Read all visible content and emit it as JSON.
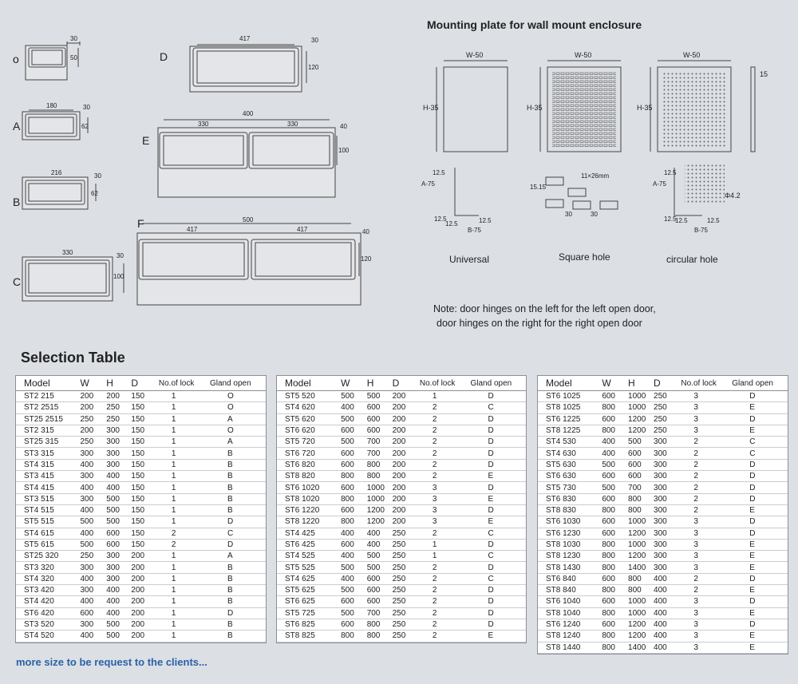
{
  "mounting_title": "Mounting plate for wall mount enclosure",
  "plate_labels": [
    "Universal",
    "Square hole",
    "circular hole"
  ],
  "note_line1": "Note: door hinges on the left for the left open  door,",
  "note_line2": "door hinges on the right for the right open door",
  "selection_title": "Selection Table",
  "more_text": "more size  to be request to the clients...",
  "gland_labels": {
    "o": "o",
    "A": "A",
    "B": "B",
    "C": "C",
    "D": "D",
    "E": "E",
    "F": "F"
  },
  "gland_dims": {
    "o": [
      "30",
      "50"
    ],
    "A": [
      "180",
      "30",
      "62"
    ],
    "B": [
      "216",
      "30",
      "62"
    ],
    "C": [
      "330",
      "30",
      "100"
    ],
    "D": [
      "417",
      "30",
      "120"
    ],
    "E": [
      "400",
      "330",
      "330",
      "40",
      "100"
    ],
    "F": [
      "500",
      "417",
      "417",
      "40",
      "120"
    ]
  },
  "plate_dims": {
    "w": "W-50",
    "h": "H-35",
    "side": "15",
    "a75": "A-75",
    "b75": "B-75",
    "d125": "12.5",
    "s1515": "15.15",
    "hole": "11×26mm",
    "s30": "30",
    "phi": "Φ4.2"
  },
  "columns": [
    "Model",
    "W",
    "H",
    "D",
    "No.of lock",
    "Gland open"
  ],
  "tables": [
    [
      [
        "ST2 215",
        "200",
        "200",
        "150",
        "1",
        "O"
      ],
      [
        "ST2 2515",
        "200",
        "250",
        "150",
        "1",
        "O"
      ],
      [
        "ST25 2515",
        "250",
        "250",
        "150",
        "1",
        "A"
      ],
      [
        "ST2 315",
        "200",
        "300",
        "150",
        "1",
        "O"
      ],
      [
        "ST25 315",
        "250",
        "300",
        "150",
        "1",
        "A"
      ],
      [
        "ST3 315",
        "300",
        "300",
        "150",
        "1",
        "B"
      ],
      [
        "ST4 315",
        "400",
        "300",
        "150",
        "1",
        "B"
      ],
      [
        "ST3 415",
        "300",
        "400",
        "150",
        "1",
        "B"
      ],
      [
        "ST4 415",
        "400",
        "400",
        "150",
        "1",
        "B"
      ],
      [
        "ST3 515",
        "300",
        "500",
        "150",
        "1",
        "B"
      ],
      [
        "ST4 515",
        "400",
        "500",
        "150",
        "1",
        "B"
      ],
      [
        "ST5 515",
        "500",
        "500",
        "150",
        "1",
        "D"
      ],
      [
        "ST4 615",
        "400",
        "600",
        "150",
        "2",
        "C"
      ],
      [
        "ST5 615",
        "500",
        "600",
        "150",
        "2",
        "D"
      ],
      [
        "ST25 320",
        "250",
        "300",
        "200",
        "1",
        "A"
      ],
      [
        "ST3 320",
        "300",
        "300",
        "200",
        "1",
        "B"
      ],
      [
        "ST4 320",
        "400",
        "300",
        "200",
        "1",
        "B"
      ],
      [
        "ST3 420",
        "300",
        "400",
        "200",
        "1",
        "B"
      ],
      [
        "ST4 420",
        "400",
        "400",
        "200",
        "1",
        "B"
      ],
      [
        "ST6 420",
        "600",
        "400",
        "200",
        "1",
        "D"
      ],
      [
        "ST3 520",
        "300",
        "500",
        "200",
        "1",
        "B"
      ],
      [
        "ST4 520",
        "400",
        "500",
        "200",
        "1",
        "B"
      ]
    ],
    [
      [
        "ST5 520",
        "500",
        "500",
        "200",
        "1",
        "D"
      ],
      [
        "ST4 620",
        "400",
        "600",
        "200",
        "2",
        "C"
      ],
      [
        "ST5 620",
        "500",
        "600",
        "200",
        "2",
        "D"
      ],
      [
        "ST6 620",
        "600",
        "600",
        "200",
        "2",
        "D"
      ],
      [
        "ST5 720",
        "500",
        "700",
        "200",
        "2",
        "D"
      ],
      [
        "ST6 720",
        "600",
        "700",
        "200",
        "2",
        "D"
      ],
      [
        "ST6 820",
        "600",
        "800",
        "200",
        "2",
        "D"
      ],
      [
        "ST8 820",
        "800",
        "800",
        "200",
        "2",
        "E"
      ],
      [
        "ST6 1020",
        "600",
        "1000",
        "200",
        "3",
        "D"
      ],
      [
        "ST8 1020",
        "800",
        "1000",
        "200",
        "3",
        "E"
      ],
      [
        "ST6 1220",
        "600",
        "1200",
        "200",
        "3",
        "D"
      ],
      [
        "ST8 1220",
        "800",
        "1200",
        "200",
        "3",
        "E"
      ],
      [
        "ST4 425",
        "400",
        "400",
        "250",
        "2",
        "C"
      ],
      [
        "ST6 425",
        "600",
        "400",
        "250",
        "1",
        "D"
      ],
      [
        "ST4 525",
        "400",
        "500",
        "250",
        "1",
        "C"
      ],
      [
        "ST5 525",
        "500",
        "500",
        "250",
        "2",
        "D"
      ],
      [
        "ST4 625",
        "400",
        "600",
        "250",
        "2",
        "C"
      ],
      [
        "ST5 625",
        "500",
        "600",
        "250",
        "2",
        "D"
      ],
      [
        "ST6 625",
        "600",
        "600",
        "250",
        "2",
        "D"
      ],
      [
        "ST5 725",
        "500",
        "700",
        "250",
        "2",
        "D"
      ],
      [
        "ST6 825",
        "600",
        "800",
        "250",
        "2",
        "D"
      ],
      [
        "ST8 825",
        "800",
        "800",
        "250",
        "2",
        "E"
      ]
    ],
    [
      [
        "ST6 1025",
        "600",
        "1000",
        "250",
        "3",
        "D"
      ],
      [
        "ST8 1025",
        "800",
        "1000",
        "250",
        "3",
        "E"
      ],
      [
        "ST6 1225",
        "600",
        "1200",
        "250",
        "3",
        "D"
      ],
      [
        "ST8 1225",
        "800",
        "1200",
        "250",
        "3",
        "E"
      ],
      [
        "ST4 530",
        "400",
        "500",
        "300",
        "2",
        "C"
      ],
      [
        "ST4 630",
        "400",
        "600",
        "300",
        "2",
        "C"
      ],
      [
        "ST5 630",
        "500",
        "600",
        "300",
        "2",
        "D"
      ],
      [
        "ST6 630",
        "600",
        "600",
        "300",
        "2",
        "D"
      ],
      [
        "ST5 730",
        "500",
        "700",
        "300",
        "2",
        "D"
      ],
      [
        "ST6 830",
        "600",
        "800",
        "300",
        "2",
        "D"
      ],
      [
        "ST8 830",
        "800",
        "800",
        "300",
        "2",
        "E"
      ],
      [
        "ST6 1030",
        "600",
        "1000",
        "300",
        "3",
        "D"
      ],
      [
        "ST6 1230",
        "600",
        "1200",
        "300",
        "3",
        "D"
      ],
      [
        "ST8 1030",
        "800",
        "1000",
        "300",
        "3",
        "E"
      ],
      [
        "ST8 1230",
        "800",
        "1200",
        "300",
        "3",
        "E"
      ],
      [
        "ST8 1430",
        "800",
        "1400",
        "300",
        "3",
        "E"
      ],
      [
        "ST6 840",
        "600",
        "800",
        "400",
        "2",
        "D"
      ],
      [
        "ST8 840",
        "800",
        "800",
        "400",
        "2",
        "E"
      ],
      [
        "ST6 1040",
        "600",
        "1000",
        "400",
        "3",
        "D"
      ],
      [
        "ST8 1040",
        "800",
        "1000",
        "400",
        "3",
        "E"
      ],
      [
        "ST6 1240",
        "600",
        "1200",
        "400",
        "3",
        "D"
      ],
      [
        "ST8 1240",
        "800",
        "1200",
        "400",
        "3",
        "E"
      ],
      [
        "ST8 1440",
        "800",
        "1400",
        "400",
        "3",
        "E"
      ]
    ]
  ]
}
